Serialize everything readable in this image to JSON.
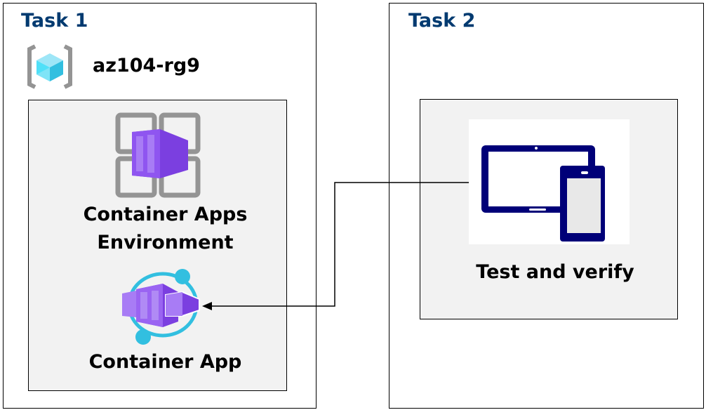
{
  "task1": {
    "title": "Task 1",
    "resource_group": {
      "name": "az104-rg9",
      "icon": "resource-group-icon"
    },
    "environment": {
      "label_line1": "Container Apps",
      "label_line2": "Environment",
      "icon": "container-apps-environment-icon"
    },
    "app": {
      "label": "Container App",
      "icon": "container-app-icon"
    }
  },
  "task2": {
    "title": "Task 2",
    "test": {
      "label": "Test and verify",
      "icon": "tablet-phone-icon"
    }
  },
  "colors": {
    "task_title": "#003a70",
    "purple": "#7b3fe0",
    "cyan": "#32bfe0",
    "navy": "#000078"
  }
}
